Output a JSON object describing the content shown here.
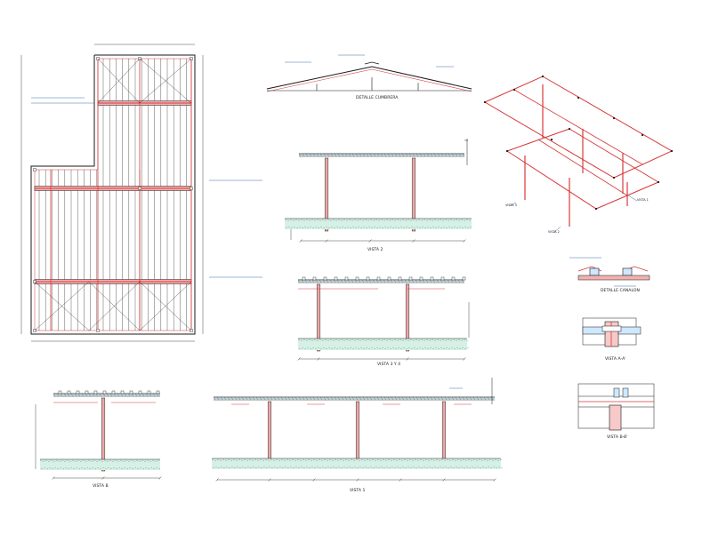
{
  "colors": {
    "steel": "#d83a3a",
    "outline": "#1a1a1a",
    "dimension": "#2fa0c8",
    "annotation": "#3a6ea8",
    "ground": "#6cc4a8",
    "column": "#e05050"
  },
  "titles": {
    "detalle_cumbrera": "DETALLE CUMBRERA",
    "vista_2": "VISTA 2",
    "vista_3_4": "VISTA 3 Y 4",
    "detalle_canalon": "DETALLE CANALON",
    "vista_a": "VISTA A-A'",
    "vista_b": "VISTA B-B'",
    "vista_b_elev": "VISTA B",
    "vista_1": "VISTA 1"
  },
  "markers": {
    "vista_1": "VISTA 1",
    "vista_2": "VISTA 2",
    "vista_3": "VISTA 3"
  }
}
